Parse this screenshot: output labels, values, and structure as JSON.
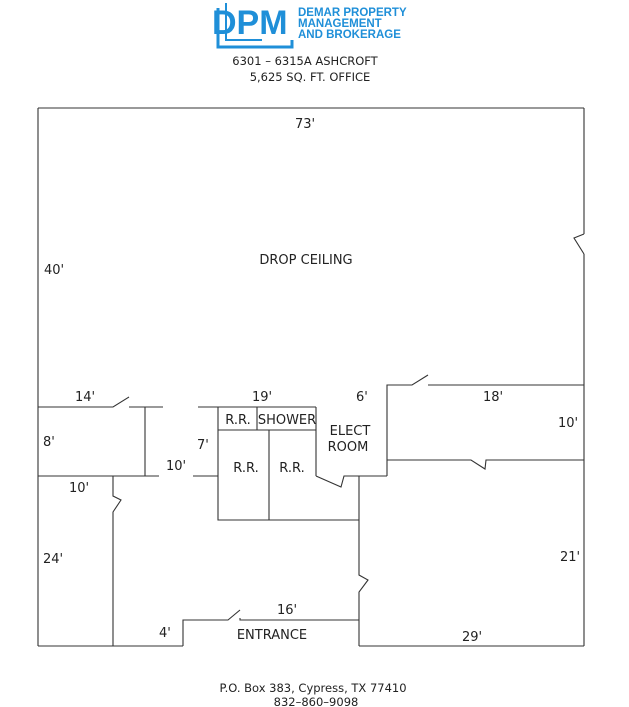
{
  "logo": {
    "mark_letters": "DPM",
    "lines": [
      "DEMAR PROPERTY",
      "MANAGEMENT",
      "AND BROKERAGE"
    ],
    "color": "#1f8fd8"
  },
  "header": {
    "address": "6301 – 6315A ASHCROFT",
    "size": "5,625 SQ. FT. OFFICE"
  },
  "plan": {
    "dims": {
      "top": "73'",
      "left_top": "40'",
      "left_mid": "8'",
      "left_bottom": "24'",
      "d14": "14'",
      "d19": "19'",
      "d6": "6'",
      "d18": "18'",
      "d10_right": "10'",
      "d7": "7'",
      "d10_mid": "10'",
      "d10_left": "10'",
      "d21": "21'",
      "d16": "16'",
      "d4": "4'",
      "d29": "29'"
    },
    "rooms": {
      "drop_ceiling": "DROP CEILING",
      "rr_top": "R.R.",
      "shower": "SHOWER",
      "rr_1": "R.R.",
      "rr_2": "R.R.",
      "elect_line1": "ELECT",
      "elect_line2": "ROOM",
      "entrance": "ENTRANCE"
    }
  },
  "footer": {
    "pobox": "P.O. Box 383, Cypress, TX 77410",
    "phone": "832–860–9098"
  }
}
